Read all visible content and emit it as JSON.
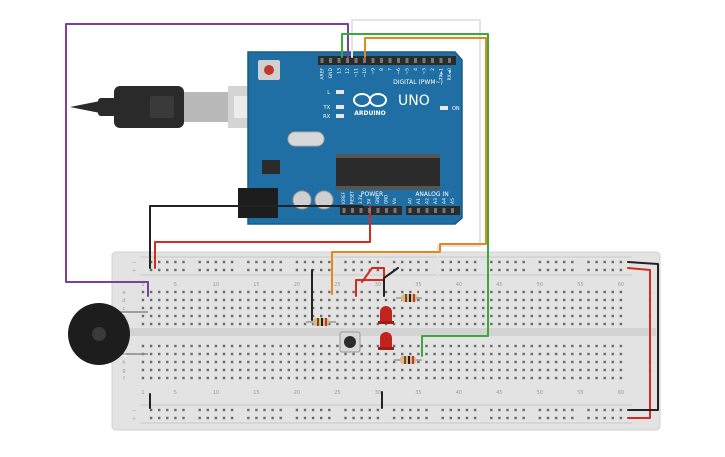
{
  "arduino": {
    "brand": "ARDUINO",
    "model": "UNO",
    "digital_header": "DIGITAL (PWM~)",
    "power_header": "POWER",
    "analog_header": "ANALOG IN",
    "led_on": "ON",
    "led_l": "L",
    "led_tx": "TX",
    "led_rx": "RX",
    "digital_pins": [
      "AREF",
      "GND",
      "13",
      "12",
      "~11",
      "~10",
      "~9",
      "8",
      "7",
      "~6",
      "~5",
      "4",
      "~3",
      "2",
      "TX►1",
      "RX◄0"
    ],
    "power_pins": [
      "IOREF",
      "RESET",
      "3.3V",
      "5V",
      "GND",
      "GND",
      "Vin"
    ],
    "analog_pins": [
      "A0",
      "A1",
      "A2",
      "A3",
      "A4",
      "A5"
    ]
  },
  "breadboard": {
    "column_numbers": [
      "1",
      "5",
      "10",
      "15",
      "20",
      "25",
      "30",
      "35",
      "40",
      "45",
      "50",
      "55",
      "60"
    ],
    "row_letters_top": [
      "a",
      "b",
      "c",
      "d",
      "e"
    ],
    "row_letters_bottom": [
      "f",
      "g",
      "h",
      "i",
      "j"
    ],
    "rail_minus": "−",
    "rail_plus": "+"
  },
  "buzzer": {
    "minus": "−",
    "plus": "+"
  },
  "colors": {
    "board": "#1f6fa5",
    "wire_purple": "#7b3f9e",
    "wire_green": "#3da83a",
    "wire_orange": "#e08a1e",
    "wire_white": "#e8e8e8",
    "wire_red": "#d42a20",
    "wire_black": "#222222",
    "led_red": "#c0241d"
  }
}
